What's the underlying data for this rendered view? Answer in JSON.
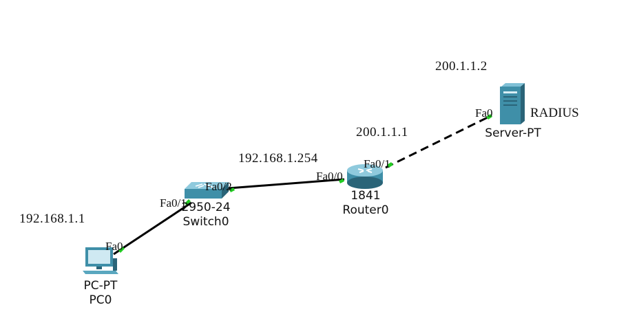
{
  "devices": {
    "pc": {
      "type_label": "PC-PT",
      "name_label": "PC0",
      "icon": "pc-icon"
    },
    "switch": {
      "type_label": "2950-24",
      "name_label": "Switch0",
      "icon": "switch-icon"
    },
    "router": {
      "type_label": "1841",
      "name_label": "Router0",
      "icon": "router-icon"
    },
    "server": {
      "type_label": "Server-PT",
      "name_label": "",
      "icon": "server-icon",
      "side_label": "RADIUS"
    }
  },
  "ip_labels": {
    "pc": "192.168.1.1",
    "router_lan": "192.168.1.254",
    "router_wan": "200.1.1.1",
    "server": "200.1.1.2"
  },
  "ports": {
    "pc_fa0": "Fa0",
    "switch_fa0_1": "Fa0/1",
    "switch_fa0_2": "Fa0/2",
    "router_fa0_0": "Fa0/0",
    "router_fa0_1": "Fa0/1",
    "server_fa0": "Fa0"
  },
  "links": [
    {
      "from": "PC0",
      "to": "Switch0",
      "style": "solid"
    },
    {
      "from": "Switch0",
      "to": "Router0",
      "style": "solid"
    },
    {
      "from": "Router0",
      "to": "Server-PT",
      "style": "dashed"
    }
  ],
  "colors": {
    "link_up": "#22cc22",
    "link_line": "#000000",
    "device_body": "#3f8fa8",
    "device_dark": "#2a6478"
  }
}
